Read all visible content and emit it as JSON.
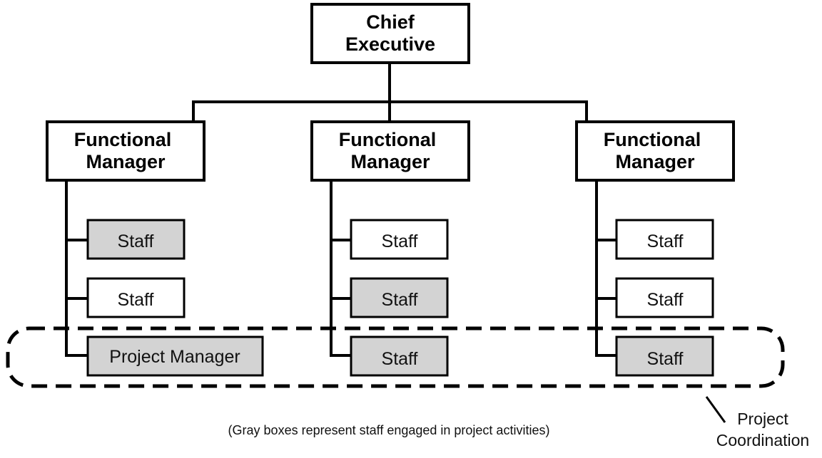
{
  "chief": {
    "line1": "Chief",
    "line2": "Executive"
  },
  "managers": [
    {
      "line1": "Functional",
      "line2": "Manager"
    },
    {
      "line1": "Functional",
      "line2": "Manager"
    },
    {
      "line1": "Functional",
      "line2": "Manager"
    }
  ],
  "columns": [
    {
      "items": [
        {
          "label": "Staff",
          "engaged": true
        },
        {
          "label": "Staff",
          "engaged": false
        },
        {
          "label": "Project Manager",
          "engaged": true
        }
      ]
    },
    {
      "items": [
        {
          "label": "Staff",
          "engaged": false
        },
        {
          "label": "Staff",
          "engaged": true
        },
        {
          "label": "Staff",
          "engaged": true
        }
      ]
    },
    {
      "items": [
        {
          "label": "Staff",
          "engaged": false
        },
        {
          "label": "Staff",
          "engaged": false
        },
        {
          "label": "Staff",
          "engaged": true
        }
      ]
    }
  ],
  "caption": "(Gray boxes represent staff engaged in project activities)",
  "coordination": {
    "line1": "Project",
    "line2": "Coordination"
  },
  "colors": {
    "engaged_fill": "#d3d3d3",
    "default_fill": "#ffffff",
    "stroke": "#000000"
  }
}
